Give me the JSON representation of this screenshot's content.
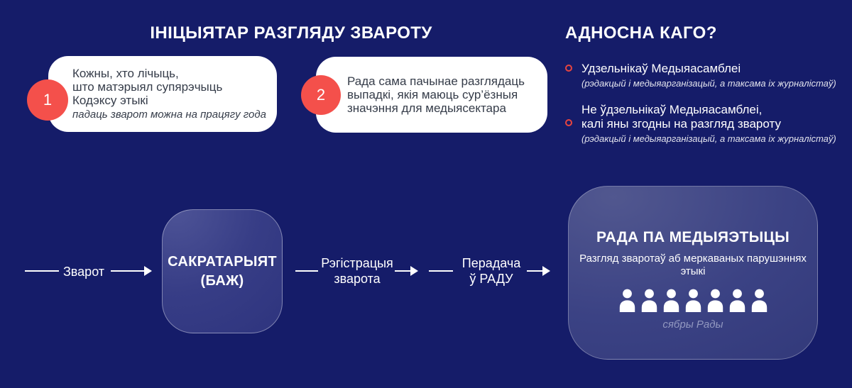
{
  "colors": {
    "background": "#151C69",
    "accent_red": "#F4504B",
    "bullet_ring_red": "#E8453F",
    "card_white": "#FFFFFF",
    "card_text_dark": "#353C49",
    "panel_blue": "#3B4284",
    "muted_caption": "#9298C0"
  },
  "sections": {
    "initiator": {
      "title": "ІНІЦЫЯТАР РАЗГЛЯДУ ЗВАРОТУ",
      "cards": [
        {
          "number": "1",
          "text": "Кожны, хто лічыць,\nшто матэрыял супярэчыць\nКодэксу этыкі",
          "note": "падаць зварот можна на працягу года"
        },
        {
          "number": "2",
          "text": "Рада сама пачынае разглядаць\nвыпадкі, якія маюць сур’ёзныя\nзначэння для медыясектара"
        }
      ]
    },
    "about": {
      "title": "АДНОСНА КАГО?",
      "items": [
        {
          "text": "Удзельнікаў Медыяасамблеі",
          "note": "(рэдакцый і медыяарганізацый, а таксама іх журналістаў)"
        },
        {
          "text": "Не ўдзельнікаў Медыяасамблеі,\nкалі яны згодны на разгляд звароту",
          "note": "(рэдакцый і медыяарганізацый, а таксама іх журналістаў)"
        }
      ]
    },
    "flow": {
      "step1_label": "Зварот",
      "secretariat_label": "САКРАТАРЫЯТ\n(БАЖ)",
      "step2_label": "Рэгістрацыя\nзварота",
      "step3_label": "Перадача\nў РАДУ",
      "council": {
        "title": "РАДА ПА МЕДЫЯЭТЫЦЫ",
        "subtitle": "Разгляд зваротаў аб меркаваных парушэннях этыкі",
        "members_count": 7,
        "members_icon": "person-icon",
        "members_caption": "сябры Рады"
      }
    }
  }
}
